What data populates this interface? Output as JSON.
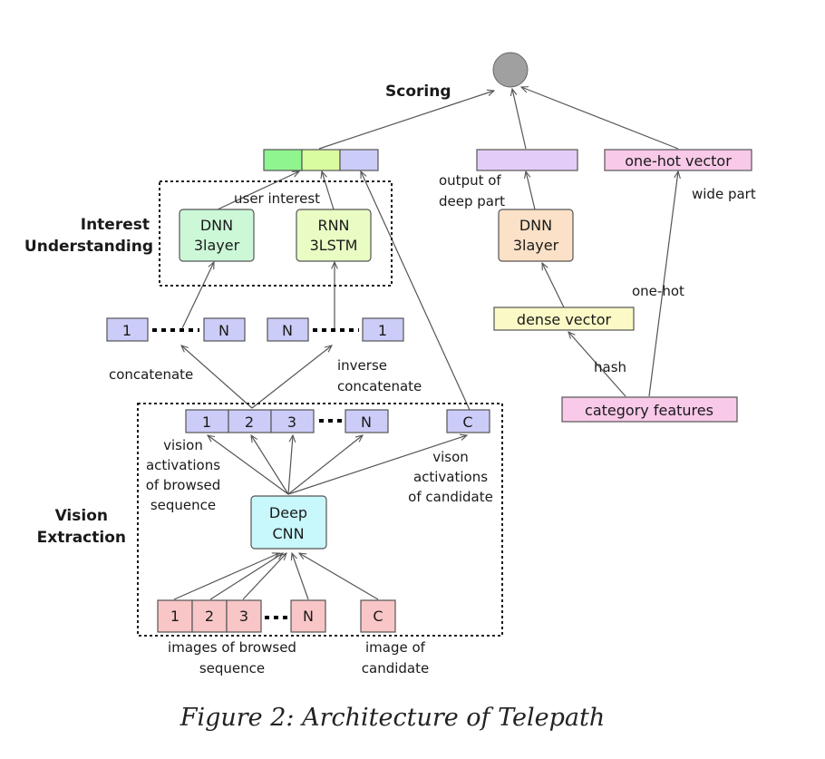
{
  "colors": {
    "purple": "#ccccf8",
    "green": "#8ff58f",
    "lime": "#dafca0",
    "mint": "#cdf8d8",
    "lightlime": "#e8fcc4",
    "orange": "#fbe1c7",
    "yellow": "#fbfac7",
    "pink": "#f8c9e8",
    "lavender": "#e3cdf8",
    "cyan": "#c8f8fb",
    "salmon": "#f8c6c6",
    "grey": "#a0a0a0"
  },
  "labels": {
    "scoring": "Scoring",
    "interest_understanding_1": "Interest",
    "interest_understanding_2": "Understanding",
    "vision_extraction_1": "Vision",
    "vision_extraction_2": "Extraction",
    "user_interest": "user interest",
    "output_of_deep_part_1": "output of",
    "output_of_deep_part_2": "deep part",
    "one_hot_vector": "one-hot vector",
    "wide_part": "wide part",
    "one_hot": "one-hot",
    "dense_vector": "dense vector",
    "hash": "hash",
    "category_features": "category features",
    "concatenate": "concatenate",
    "inverse_concatenate_1": "inverse",
    "inverse_concatenate_2": "concatenate",
    "vision_act_browsed_1": "vision",
    "vision_act_browsed_2": "activations",
    "vision_act_browsed_3": "of browsed",
    "vision_act_browsed_4": "sequence",
    "vision_act_candidate_1": "vison",
    "vision_act_candidate_2": "activations",
    "vision_act_candidate_3": "of candidate",
    "images_browsed_1": "images of browsed",
    "images_browsed_2": "sequence",
    "image_candidate_1": "image of",
    "image_candidate_2": "candidate",
    "caption": "Figure 2: Architecture of Telepath"
  },
  "nodes": {
    "dnn_interest_1": "DNN",
    "dnn_interest_2": "3layer",
    "rnn_1": "RNN",
    "rnn_2": "3LSTM",
    "dnn_deep_1": "DNN",
    "dnn_deep_2": "3layer",
    "cnn_1": "Deep",
    "cnn_2": "CNN"
  },
  "sequences": {
    "concat_left": [
      "1",
      "N"
    ],
    "concat_right": [
      "N",
      "1"
    ],
    "activations": [
      "1",
      "2",
      "3",
      "N"
    ],
    "activation_candidate": "C",
    "images": [
      "1",
      "2",
      "3",
      "N"
    ],
    "image_candidate": "C"
  }
}
